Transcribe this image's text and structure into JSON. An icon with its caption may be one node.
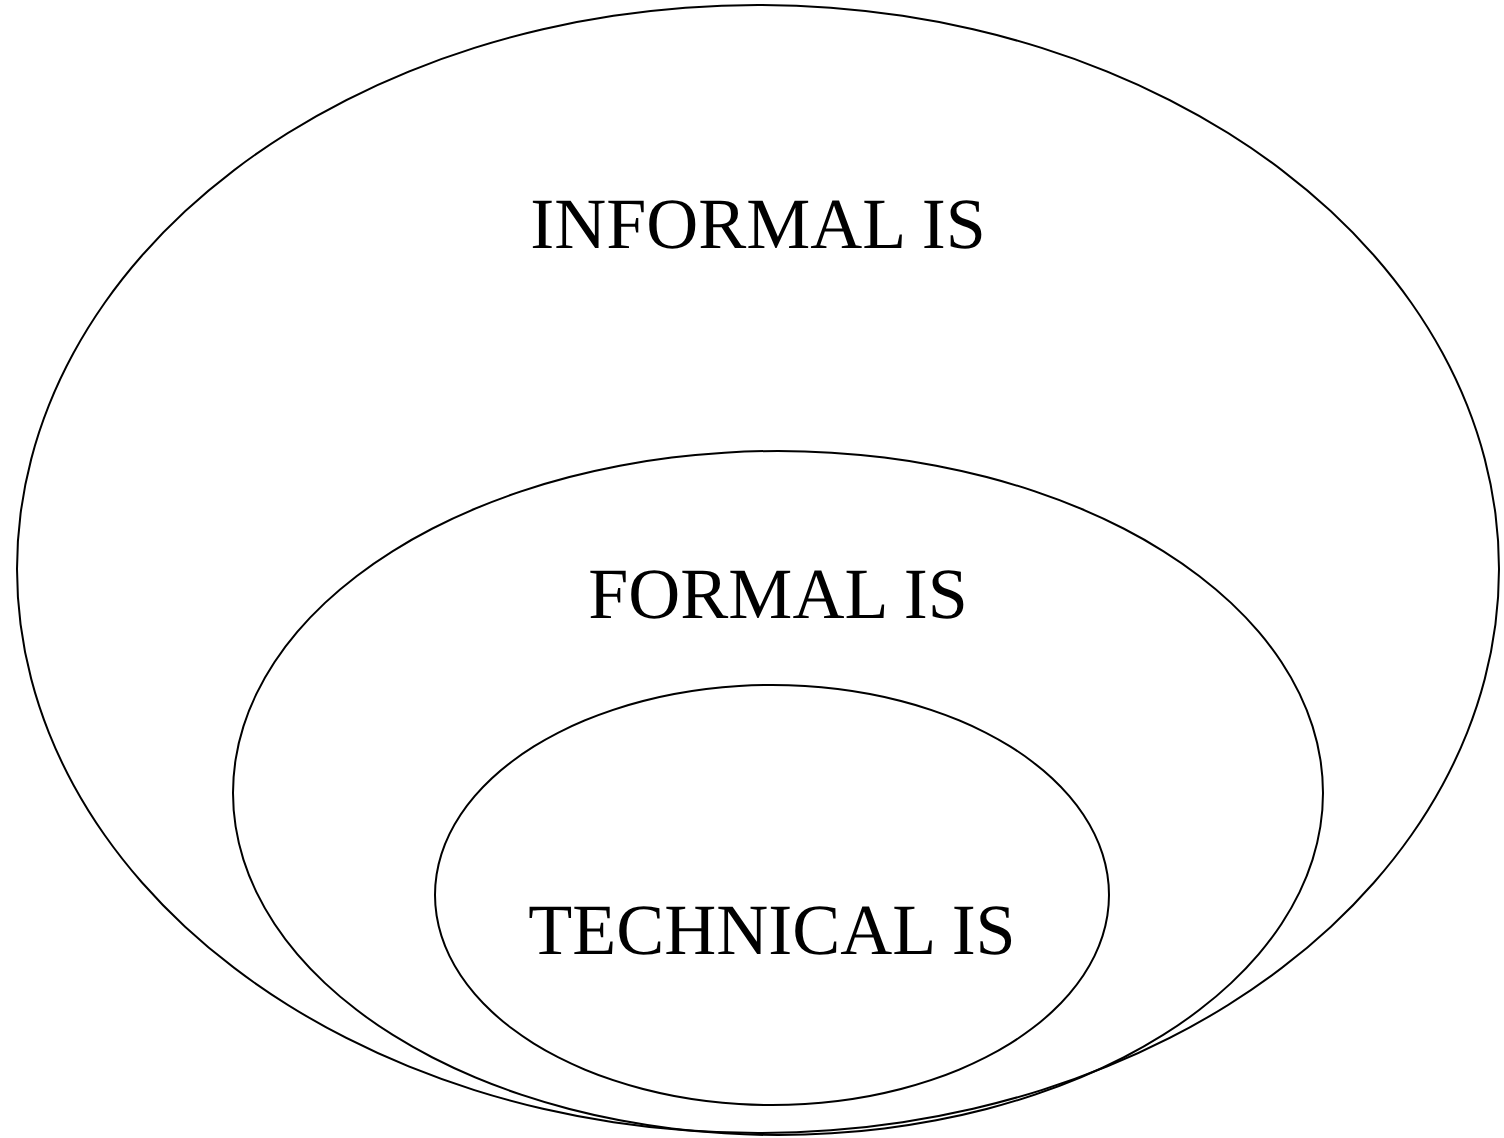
{
  "diagram": {
    "nodes": [
      {
        "text": [
          "INFORMAL IS"
        ]
      },
      {
        "text": [
          "FORMAL IS"
        ],
        "in": 0
      },
      {
        "text": [
          "TECHNICAL IS"
        ],
        "in": 1
      }
    ]
  }
}
